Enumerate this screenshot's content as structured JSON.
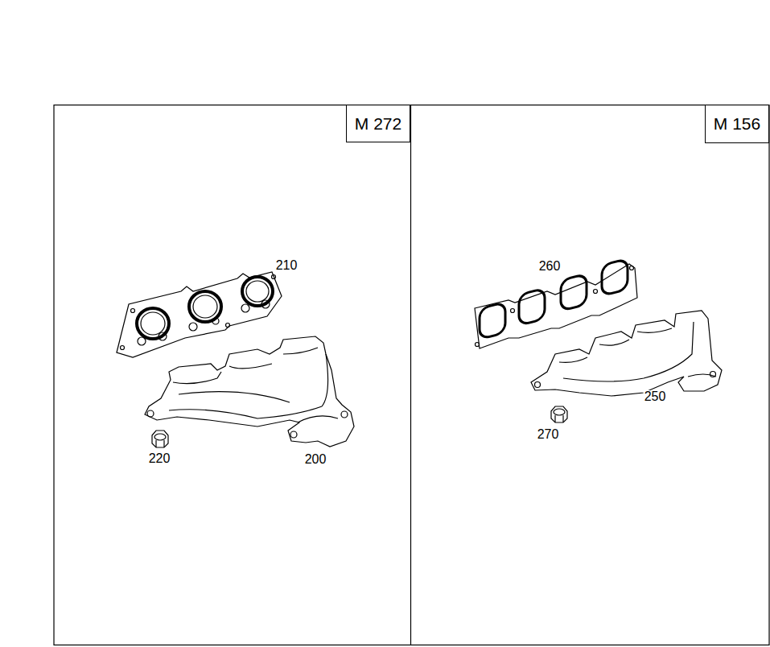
{
  "diagram": {
    "nodes": [
      {
        "text": [
          "M 272"
        ]
      },
      {
        "text": [
          "M 156"
        ]
      }
    ],
    "labels": [
      "210",
      "220",
      "200",
      "260",
      "250",
      "270"
    ]
  }
}
